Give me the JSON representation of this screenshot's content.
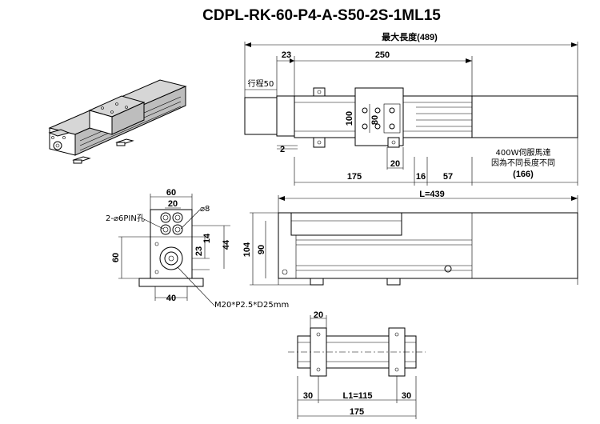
{
  "title": "CDPL-RK-60-P4-A-S50-2S-1ML15",
  "top_view": {
    "max_length": "最大長度(489)",
    "dim_23": "23",
    "dim_250": "250",
    "stroke_label": "行程50",
    "dim_100": "100",
    "dim_80": "80",
    "dim_2": "2",
    "dim_20": "20",
    "dim_175": "175",
    "dim_16": "16",
    "dim_57": "57",
    "motor_note_1": "400W伺服馬達",
    "motor_note_2": "因為不同長度不同",
    "motor_note_3": "(166)"
  },
  "end_view": {
    "dim_60_top": "60",
    "dim_20_top": "20",
    "pin_label": "2-⌀6PIN孔",
    "hole_label": "⌀8",
    "dim_60_left": "60",
    "dim_23": "23",
    "dim_14": "14",
    "dim_44": "44",
    "dim_40": "40",
    "thread_label": "M20*P2.5*D25mm"
  },
  "side_view": {
    "total_length": "L=439",
    "dim_104": "104",
    "dim_90": "90"
  },
  "bottom_view": {
    "dim_20": "20",
    "dim_30_left": "30",
    "dim_l1": "L1=115",
    "dim_30_right": "30",
    "dim_175": "175"
  }
}
